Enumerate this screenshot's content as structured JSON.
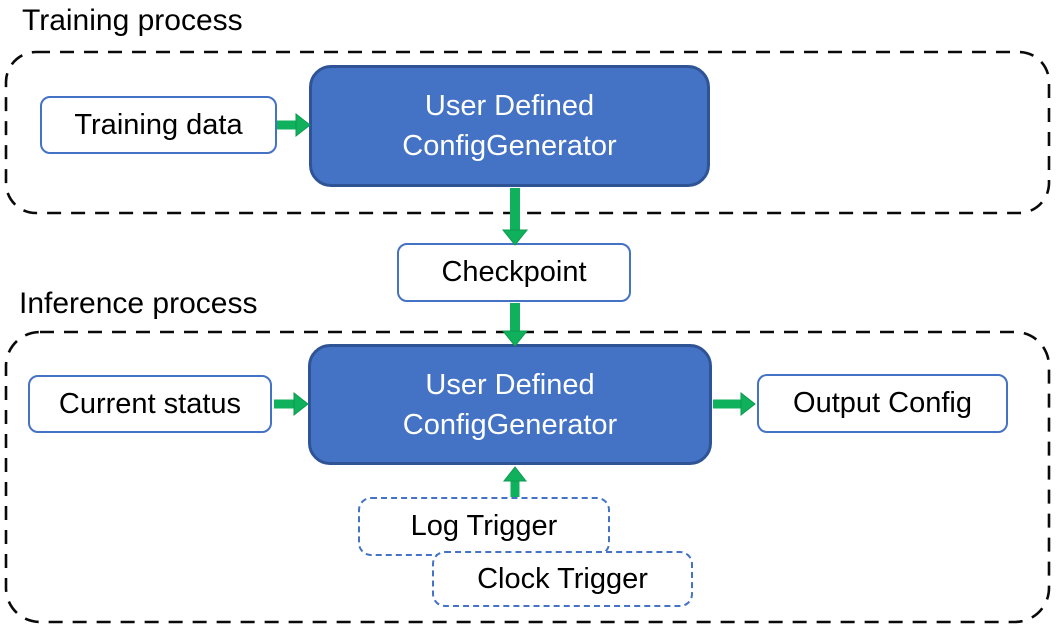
{
  "colors": {
    "accent_blue": "#4472C4",
    "accent_blue_dark": "#2F5496",
    "arrow_green": "#10B15C",
    "arrow_green_dark": "#0C9A4E",
    "dash_black": "#0a0a0a",
    "text_black": "#000000",
    "text_white": "#ffffff",
    "bg_white": "#ffffff"
  },
  "training": {
    "label": "Training process",
    "input_box": "Training data",
    "generator_line1": "User Defined",
    "generator_line2": "ConfigGenerator"
  },
  "checkpoint": {
    "label": "Checkpoint"
  },
  "inference": {
    "label": "Inference process",
    "input_box": "Current status",
    "generator_line1": "User Defined",
    "generator_line2": "ConfigGenerator",
    "output_box": "Output Config",
    "log_trigger": "Log Trigger",
    "clock_trigger": "Clock Trigger"
  }
}
